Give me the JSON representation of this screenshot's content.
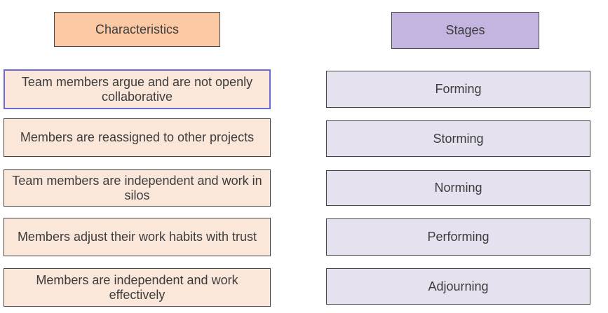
{
  "colors": {
    "char-header-fill": "#fcc9a4",
    "char-box-fill": "#fbe7da",
    "stage-header-fill": "#c3b5e0",
    "stage-box-fill": "#e5e1ef",
    "box-border": "#454545",
    "selected-border": "#6b6bd8",
    "text": "#3c3c3c",
    "page-bg": "#ffffff"
  },
  "characteristics": {
    "header": "Characteristics",
    "items": [
      {
        "label": "Team members argue and are not openly collaborative",
        "selected": true
      },
      {
        "label": "Members are reassigned to other projects",
        "selected": false
      },
      {
        "label": "Team members are independent and work in silos",
        "selected": false
      },
      {
        "label": "Members adjust their work habits with trust",
        "selected": false
      },
      {
        "label": "Members are independent and work effectively",
        "selected": false
      }
    ]
  },
  "stages": {
    "header": "Stages",
    "items": [
      {
        "label": "Forming"
      },
      {
        "label": "Storming"
      },
      {
        "label": "Norming"
      },
      {
        "label": "Performing"
      },
      {
        "label": "Adjourning"
      }
    ]
  }
}
